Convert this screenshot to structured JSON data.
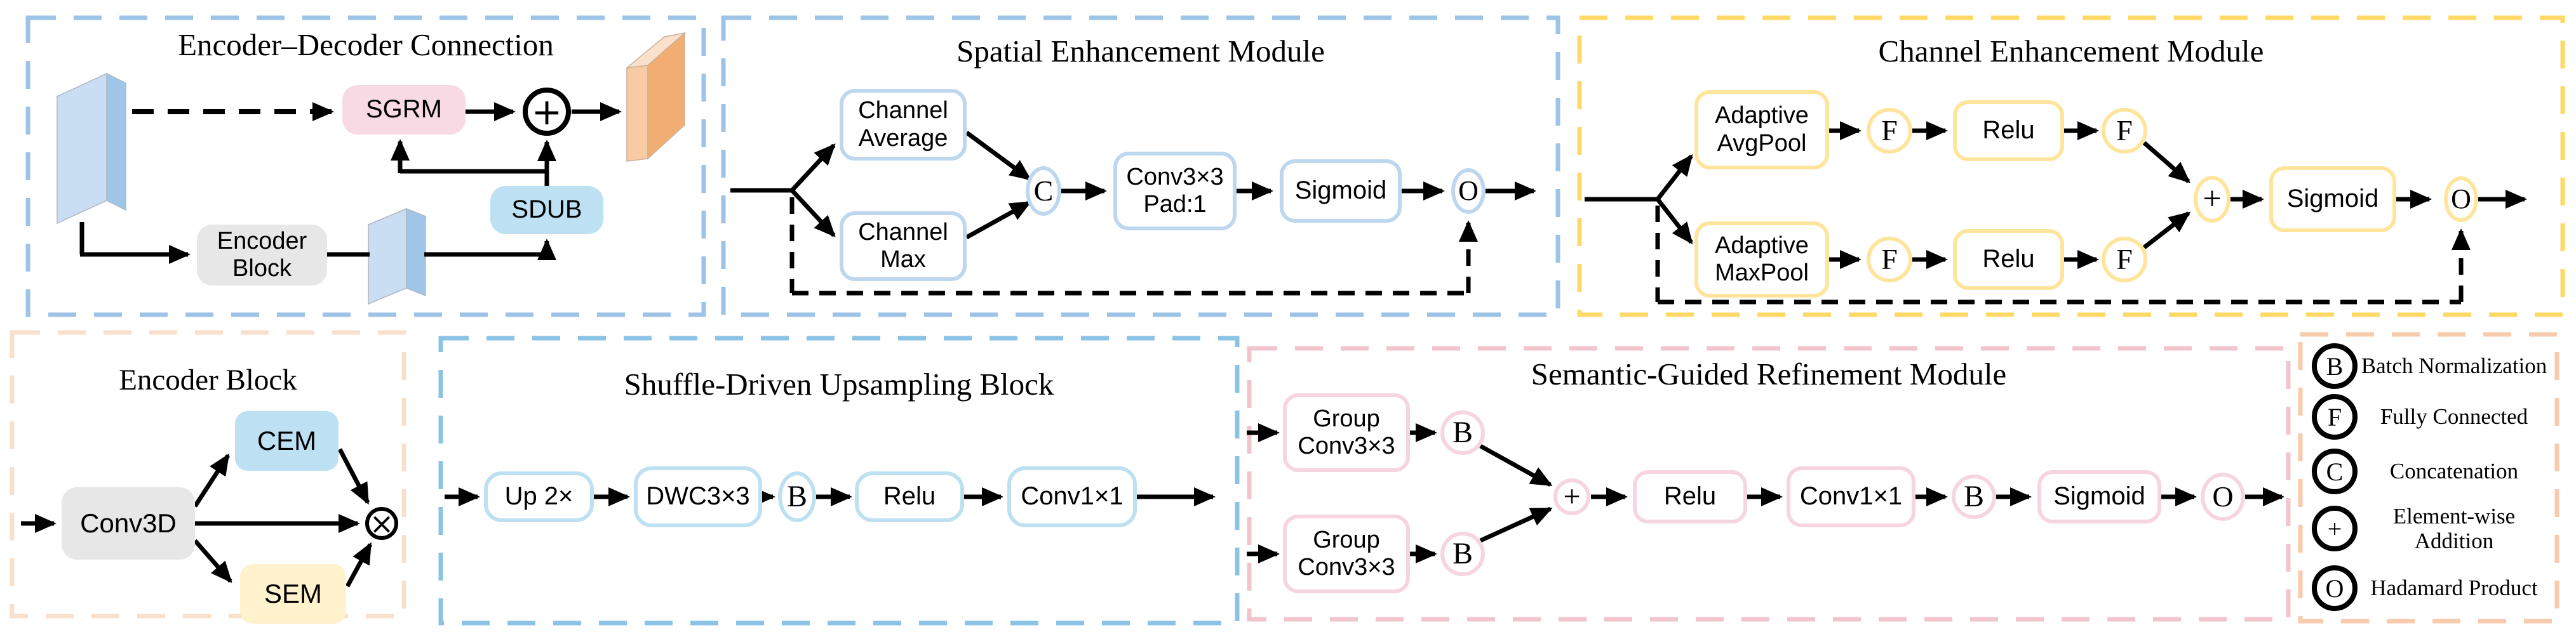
{
  "colors": {
    "accent_blue_border": "#9DC3E6",
    "accent_blue_border2": "#8BC3E6",
    "accent_blue_light": "#BDD7EE",
    "accent_blue_box": "#BDE0F2",
    "accent_yellow_border": "#FFD966",
    "accent_yellow_light": "#FFE49C",
    "accent_yellow_fill": "#FFF2CC",
    "accent_peach_border": "#F9E0CC",
    "accent_legend_border": "#F8CBAD",
    "accent_pink_border": "#F2C4CE",
    "accent_pink_light": "#F6D5DE",
    "accent_pink_fill": "#F7DAE3",
    "accent_gray_fill": "#E8E7E7",
    "slab_front": "#C9DDF3",
    "slab_side": "#9FC6E8",
    "slab_top": "#E4EEF9",
    "slab_orange_main": "#F2AE72",
    "slab_orange_light": "#F7CBA4",
    "slab_orange_top": "#FBE0CC"
  },
  "modules": {
    "encoder_decoder": {
      "title": "Encoder–Decoder Connection",
      "sgrm_label": "SGRM",
      "sdub_label": "SDUB",
      "encoder_block_line1": "Encoder",
      "encoder_block_line2": "Block",
      "add_symbol": "+"
    },
    "spatial": {
      "title": "Spatial Enhancement Module",
      "channel_average_line1": "Channel",
      "channel_average_line2": "Average",
      "channel_max_line1": "Channel",
      "channel_max_line2": "Max",
      "concat_symbol": "C",
      "conv_line1": "Conv3×3",
      "conv_line2": "Pad:1",
      "sigmoid_label": "Sigmoid",
      "hadamard_symbol": "O"
    },
    "channel": {
      "title": "Channel Enhancement Module",
      "avgpool_line1": "Adaptive",
      "avgpool_line2": "AvgPool",
      "maxpool_line1": "Adaptive",
      "maxpool_line2": "MaxPool",
      "fc_symbol": "F",
      "relu_label": "Relu",
      "add_symbol": "+",
      "sigmoid_label": "Sigmoid",
      "hadamard_symbol": "O"
    },
    "encoder_block": {
      "title": "Encoder Block",
      "conv3d_label": "Conv3D",
      "cem_label": "CEM",
      "sem_label": "SEM",
      "multiply_symbol": "×"
    },
    "sdub": {
      "title": "Shuffle-Driven Upsampling Block",
      "up_label": "Up 2×",
      "dwc_label": "DWC3×3",
      "bn_symbol": "B",
      "relu_label": "Relu",
      "conv_label": "Conv1×1"
    },
    "sgrm": {
      "title": "Semantic-Guided Refinement Module",
      "group_conv_line1": "Group",
      "group_conv_line2": "Conv3×3",
      "bn_symbol": "B",
      "add_symbol": "+",
      "relu_label": "Relu",
      "conv_label": "Conv1×1",
      "sigmoid_label": "Sigmoid",
      "hadamard_symbol": "O"
    }
  },
  "legend": {
    "items": [
      {
        "symbol": "B",
        "label": "Batch Normalization"
      },
      {
        "symbol": "F",
        "label": "Fully Connected"
      },
      {
        "symbol": "C",
        "label": "Concatenation"
      },
      {
        "symbol": "+",
        "label_line1": "Element-wise",
        "label_line2": "Addition"
      },
      {
        "symbol": "O",
        "label": "Hadamard Product"
      }
    ]
  }
}
